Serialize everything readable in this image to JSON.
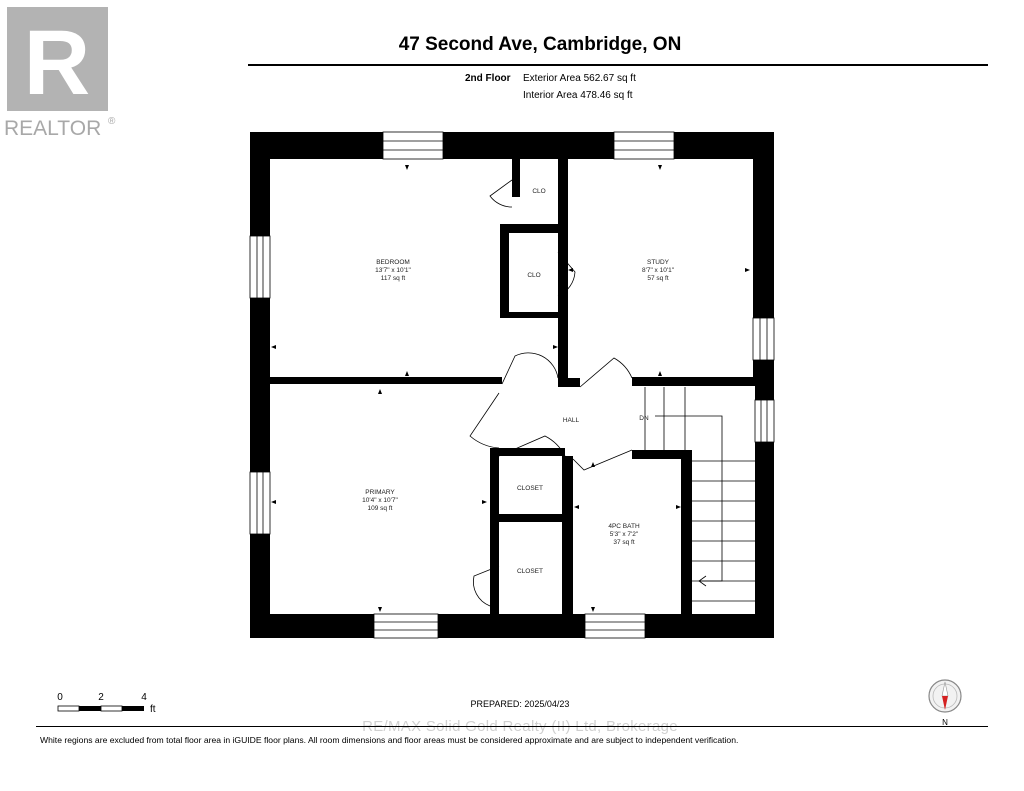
{
  "brand": {
    "name": "REALTOR",
    "registered": "®",
    "mark": "R"
  },
  "header": {
    "title": "47 Second Ave, Cambridge, ON",
    "floor": "2nd Floor",
    "exterior_area": "Exterior Area 562.67 sq ft",
    "interior_area": "Interior Area 478.46 sq ft"
  },
  "rooms": {
    "bedroom": {
      "name": "BEDROOM",
      "dims": "13'7\" x 10'1\"",
      "area": "117 sq ft"
    },
    "study": {
      "name": "STUDY",
      "dims": "8'7\" x 10'1\"",
      "area": "57 sq ft"
    },
    "primary": {
      "name": "PRIMARY",
      "dims": "10'4\" x 10'7\"",
      "area": "109 sq ft"
    },
    "bath": {
      "name": "4PC BATH",
      "dims": "5'3\" x 7'2\"",
      "area": "37 sq ft"
    },
    "clo1": {
      "name": "CLO"
    },
    "clo2": {
      "name": "CLO"
    },
    "closet1": {
      "name": "CLOSET"
    },
    "closet2": {
      "name": "CLOSET"
    },
    "hall": {
      "name": "HALL"
    },
    "stairs": {
      "label": "DN"
    }
  },
  "scale": {
    "ticks": [
      "0",
      "2",
      "4"
    ],
    "unit": "ft"
  },
  "compass": {
    "label": "N"
  },
  "footer": {
    "prepared": "PREPARED: 2025/04/23",
    "watermark": "RE/MAX Solid Gold Realty (II) Ltd, Brokerage",
    "disclaimer": "White regions are excluded from total floor area in iGUIDE floor plans. All room dimensions and floor areas must be considered approximate and are subject to independent verification."
  },
  "colors": {
    "wall": "#000000",
    "logo": "#b3b3b3",
    "compass_red": "#d42020",
    "background": "#ffffff"
  }
}
